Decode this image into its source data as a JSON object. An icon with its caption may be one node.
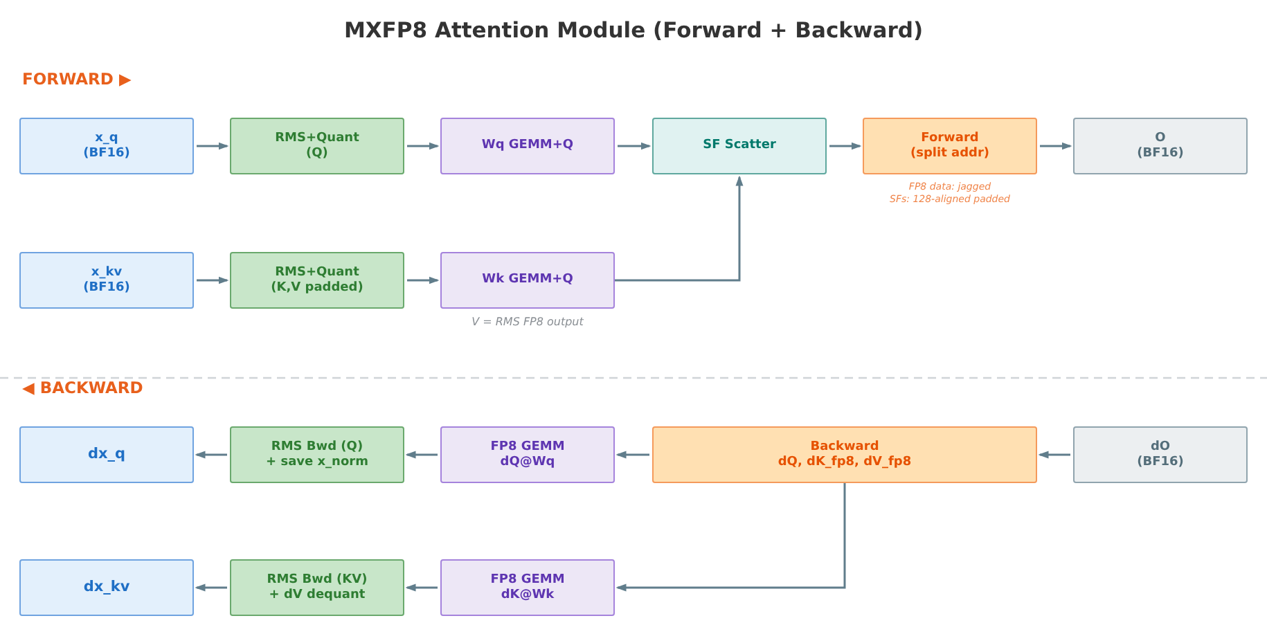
{
  "diagram": {
    "title": "MXFP8 Attention Module (Forward + Backward)",
    "nodes": [
      {
        "text": [
          "x_q",
          "(BF16)"
        ]
      },
      {
        "text": [
          "RMS+Quant",
          "(Q)"
        ]
      },
      {
        "text": [
          "Wq GEMM+Q"
        ]
      },
      {
        "text": [
          "SF Scatter"
        ]
      },
      {
        "text": [
          "Forward",
          "(split addr)"
        ],
        "beside": [
          "FP8 data: jagged",
          "SFs: 128-aligned padded"
        ]
      },
      {
        "text": [
          "O",
          "(BF16)"
        ]
      },
      {
        "text": [
          "x_kv",
          "(BF16)"
        ]
      },
      {
        "text": [
          "RMS+Quant",
          "(K,V padded)"
        ]
      },
      {
        "text": [
          "Wk GEMM+Q"
        ],
        "beside": [
          "V = RMS FP8 output"
        ]
      },
      {
        "text": [
          "dx_q"
        ]
      },
      {
        "text": [
          "RMS Bwd (Q)",
          "+ save x_norm"
        ]
      },
      {
        "text": [
          "FP8 GEMM",
          "dQ@Wq"
        ]
      },
      {
        "text": [
          "Backward",
          "dQ, dK_fp8, dV_fp8"
        ]
      },
      {
        "text": [
          "dO",
          "(BF16)"
        ]
      },
      {
        "text": [
          "dx_kv"
        ]
      },
      {
        "text": [
          "RMS Bwd (KV)",
          "+ dV dequant"
        ]
      },
      {
        "text": [
          "FP8 GEMM",
          "dK@Wk"
        ]
      }
    ],
    "edges": [
      {
        "from": 0,
        "to": 1,
        "arrow": "to"
      },
      {
        "from": 1,
        "to": 2,
        "arrow": "to"
      },
      {
        "from": 2,
        "to": 3,
        "arrow": "to"
      },
      {
        "from": 3,
        "to": 4,
        "arrow": "to"
      },
      {
        "from": 4,
        "to": 5,
        "arrow": "to"
      },
      {
        "from": 6,
        "to": 7,
        "arrow": "to"
      },
      {
        "from": 7,
        "to": 8,
        "arrow": "to"
      },
      {
        "from": 8,
        "to": 3,
        "arrow": "to"
      },
      {
        "from": 13,
        "to": 12,
        "arrow": "to"
      },
      {
        "from": 12,
        "to": 11,
        "arrow": "to"
      },
      {
        "from": 11,
        "to": 10,
        "arrow": "to"
      },
      {
        "from": 10,
        "to": 9,
        "arrow": "to"
      },
      {
        "from": 12,
        "to": 16,
        "arrow": "to"
      },
      {
        "from": 16,
        "to": 15,
        "arrow": "to"
      },
      {
        "from": 15,
        "to": 14,
        "arrow": "to"
      }
    ],
    "labels": [
      "FORWARD ▶",
      "◀ BACKWARD"
    ]
  }
}
